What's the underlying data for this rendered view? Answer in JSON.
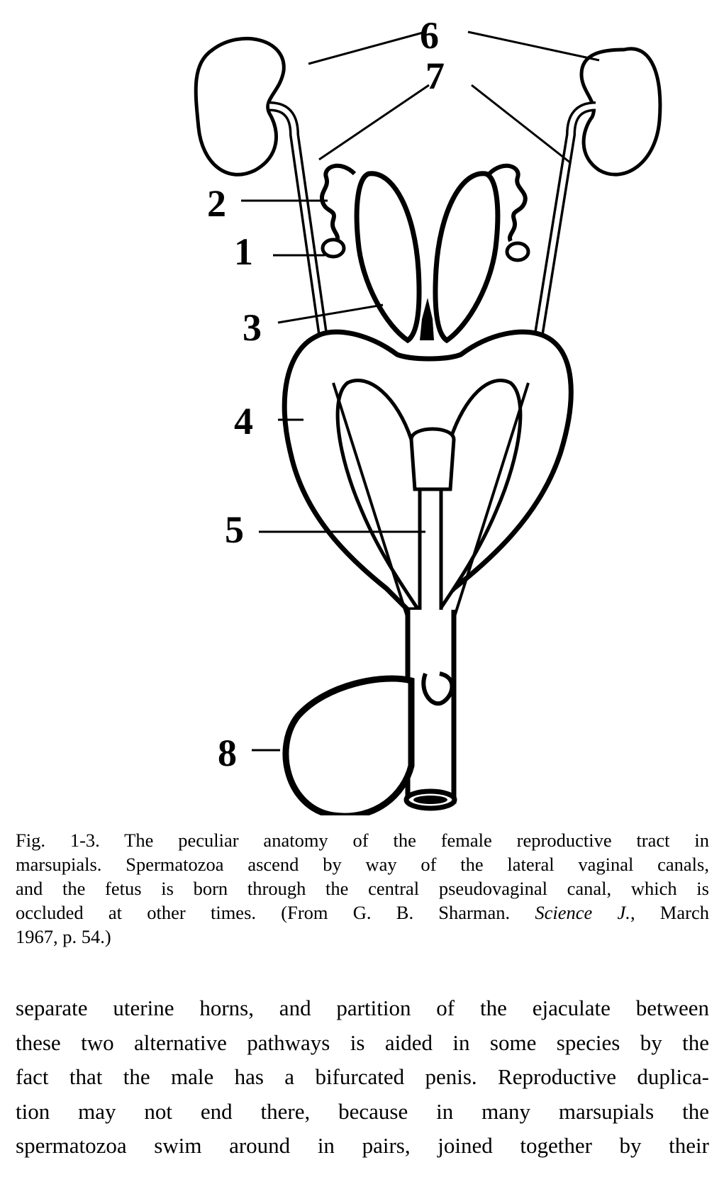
{
  "figure": {
    "labels": [
      "6",
      "7",
      "2",
      "1",
      "3",
      "4",
      "5",
      "8"
    ]
  },
  "caption": {
    "lines": [
      "Fig. 1-3. The peculiar anatomy of the female reproductive tract in",
      "marsupials. Spermatozoa ascend by way of the lateral vaginal canals,",
      "and the fetus is born through the central pseudovaginal canal, which is",
      "occluded at other times. (From G. B. Sharman.",
      "Science J.",
      ", March",
      "1967, p. 54.)"
    ]
  },
  "body": {
    "lines": [
      "separate uterine horns, and partition of the ejaculate between",
      "these two alternative pathways is aided in some species by the",
      "fact that the male has a bifurcated penis. Reproductive duplica-",
      "tion may not end there, because in many marsupials the",
      "spermatozoa swim around in pairs, joined together by their"
    ]
  }
}
